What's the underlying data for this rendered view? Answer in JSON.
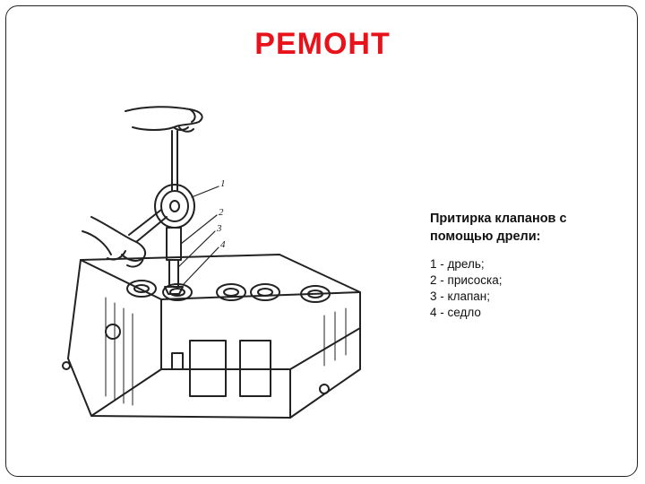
{
  "slide": {
    "title": "РЕМОНТ",
    "caption": {
      "heading": "Притирка клапанов с помощью дрели:",
      "items": [
        "1 - дрель;",
        "2 - присоска;",
        "3 - клапан;",
        "4 - седло"
      ]
    },
    "figure": {
      "callouts": [
        "1",
        "2",
        "3",
        "4"
      ],
      "ink_color": "#222222"
    }
  }
}
